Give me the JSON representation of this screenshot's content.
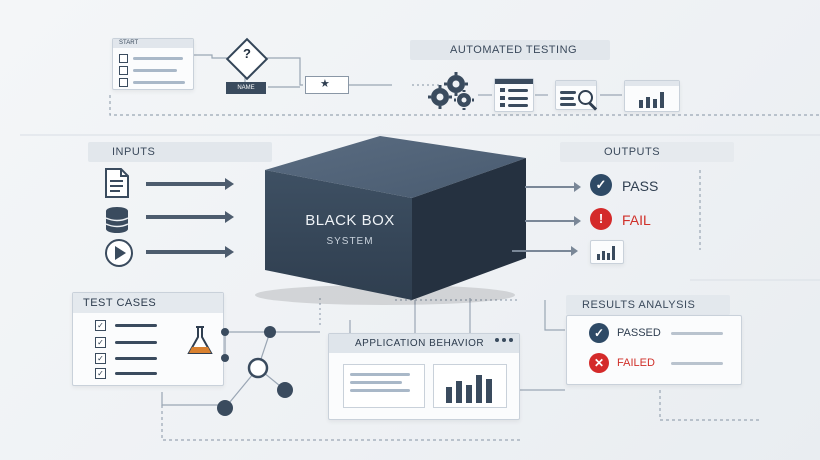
{
  "flowchart": {
    "start_label": "START",
    "decision_symbol": "?",
    "process_label": "NAME"
  },
  "automated_testing": {
    "label": "AUTOMATED TESTING"
  },
  "inputs": {
    "label": "INPUTS"
  },
  "outputs": {
    "label": "OUTPUTS",
    "pass": "PASS",
    "fail": "FAIL"
  },
  "black_box": {
    "title": "BLACK BOX",
    "subtitle": "SYSTEM"
  },
  "test_cases": {
    "label": "TEST CASES"
  },
  "application_behavior": {
    "label": "APPLICATION BEHAVIOR"
  },
  "results_analysis": {
    "label": "RESULTS ANALYSIS",
    "passed": "PASSED",
    "failed": "FAILED"
  },
  "colors": {
    "box_front": "#3a4b5e",
    "box_top": "#53657a",
    "box_side": "#2a3746",
    "pass": "#2e4a66",
    "fail": "#d42a2a",
    "fail_text": "#d0302a"
  },
  "icons": [
    "gears-icon",
    "list-window-icon",
    "magnifier-window-icon",
    "bar-chart-window-icon",
    "document-icon",
    "database-icon",
    "play-icon",
    "checkmark-icon",
    "error-icon",
    "flask-icon"
  ]
}
